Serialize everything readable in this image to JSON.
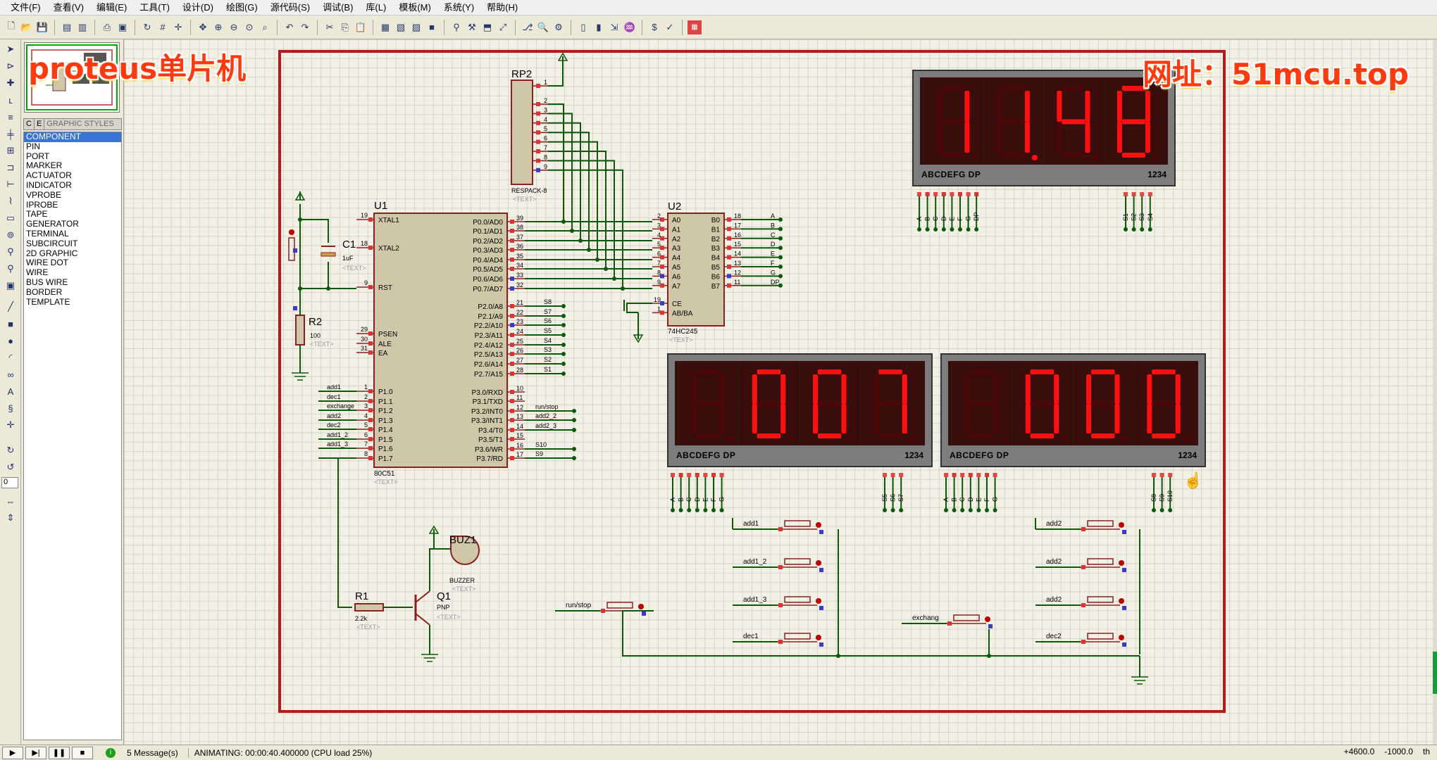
{
  "menu": [
    "文件(F)",
    "查看(V)",
    "编辑(E)",
    "工具(T)",
    "设计(D)",
    "绘图(G)",
    "源代码(S)",
    "调试(B)",
    "库(L)",
    "模板(M)",
    "系统(Y)",
    "帮助(H)"
  ],
  "watermarks": {
    "left": "proteus单片机",
    "right": "网址：51mcu.top"
  },
  "panel": {
    "tab_c": "C",
    "tab_e": "E",
    "title": "GRAPHIC STYLES",
    "items": [
      "COMPONENT",
      "PIN",
      "PORT",
      "MARKER",
      "ACTUATOR",
      "INDICATOR",
      "VPROBE",
      "IPROBE",
      "TAPE",
      "GENERATOR",
      "TERMINAL",
      "SUBCIRCUIT",
      "2D GRAPHIC",
      "WIRE DOT",
      "WIRE",
      "BUS WIRE",
      "BORDER",
      "TEMPLATE"
    ],
    "selected_index": 0
  },
  "left_tools": {
    "rotation_value": "0"
  },
  "status": {
    "message_count": "5 Message(s)",
    "animation": "ANIMATING: 00:00:40.400000 (CPU load 25%)",
    "coord_x": "+4600.0",
    "coord_y": "-1000.0",
    "unit": "th"
  },
  "schematic": {
    "u1": {
      "ref": "U1",
      "part": "80C51",
      "text": "<TEXT>",
      "left_pins": [
        {
          "num": "19",
          "name": "XTAL1"
        },
        {
          "num": "18",
          "name": "XTAL2"
        },
        {
          "num": "9",
          "name": "RST"
        },
        {
          "num": "29",
          "name": "PSEN"
        },
        {
          "num": "30",
          "name": "ALE"
        },
        {
          "num": "31",
          "name": "EA"
        },
        {
          "num": "1",
          "name": "P1.0"
        },
        {
          "num": "2",
          "name": "P1.1"
        },
        {
          "num": "3",
          "name": "P1.2"
        },
        {
          "num": "4",
          "name": "P1.3"
        },
        {
          "num": "5",
          "name": "P1.4"
        },
        {
          "num": "6",
          "name": "P1.5"
        },
        {
          "num": "7",
          "name": "P1.6"
        },
        {
          "num": "8",
          "name": "P1.7"
        }
      ],
      "p1_labels": [
        "add1",
        "dec1",
        "exchange",
        "add2",
        "dec2",
        "add1_2",
        "add1_3",
        ""
      ],
      "p0_pins": [
        {
          "num": "39",
          "name": "P0.0/AD0"
        },
        {
          "num": "38",
          "name": "P0.1/AD1"
        },
        {
          "num": "37",
          "name": "P0.2/AD2"
        },
        {
          "num": "36",
          "name": "P0.3/AD3"
        },
        {
          "num": "35",
          "name": "P0.4/AD4"
        },
        {
          "num": "34",
          "name": "P0.5/AD5"
        },
        {
          "num": "33",
          "name": "P0.6/AD6"
        },
        {
          "num": "32",
          "name": "P0.7/AD7"
        }
      ],
      "p2_pins": [
        {
          "num": "21",
          "name": "P2.0/A8",
          "label": "S8"
        },
        {
          "num": "22",
          "name": "P2.1/A9",
          "label": "S7"
        },
        {
          "num": "23",
          "name": "P2.2/A10",
          "label": "S6"
        },
        {
          "num": "24",
          "name": "P2.3/A11",
          "label": "S5"
        },
        {
          "num": "25",
          "name": "P2.4/A12",
          "label": "S4"
        },
        {
          "num": "26",
          "name": "P2.5/A13",
          "label": "S3"
        },
        {
          "num": "27",
          "name": "P2.6/A14",
          "label": "S2"
        },
        {
          "num": "28",
          "name": "P2.7/A15",
          "label": "S1"
        }
      ],
      "p3_pins": [
        {
          "num": "10",
          "name": "P3.0/RXD",
          "label": ""
        },
        {
          "num": "11",
          "name": "P3.1/TXD",
          "label": ""
        },
        {
          "num": "12",
          "name": "P3.2/INT0",
          "label": "run/stop"
        },
        {
          "num": "13",
          "name": "P3.3/INT1",
          "label": "add2_2"
        },
        {
          "num": "14",
          "name": "P3.4/T0",
          "label": "add2_3"
        },
        {
          "num": "15",
          "name": "P3.5/T1",
          "label": ""
        },
        {
          "num": "16",
          "name": "P3.6/WR",
          "label": "S10"
        },
        {
          "num": "17",
          "name": "P3.7/RD",
          "label": "S9"
        }
      ]
    },
    "u2": {
      "ref": "U2",
      "part": "74HC245",
      "text": "<TEXT>",
      "a_pins": [
        {
          "num": "2",
          "name": "A0"
        },
        {
          "num": "3",
          "name": "A1"
        },
        {
          "num": "4",
          "name": "A2"
        },
        {
          "num": "5",
          "name": "A3"
        },
        {
          "num": "6",
          "name": "A4"
        },
        {
          "num": "7",
          "name": "A5"
        },
        {
          "num": "8",
          "name": "A6"
        },
        {
          "num": "9",
          "name": "A7"
        }
      ],
      "b_pins": [
        {
          "num": "18",
          "name": "B0",
          "label": "A"
        },
        {
          "num": "17",
          "name": "B1",
          "label": "B"
        },
        {
          "num": "16",
          "name": "B2",
          "label": "C"
        },
        {
          "num": "15",
          "name": "B3",
          "label": "D"
        },
        {
          "num": "14",
          "name": "B4",
          "label": "E"
        },
        {
          "num": "13",
          "name": "B5",
          "label": "F"
        },
        {
          "num": "12",
          "name": "B6",
          "label": "G"
        },
        {
          "num": "11",
          "name": "B7",
          "label": "DP"
        }
      ],
      "ctrl_pins": [
        {
          "num": "19",
          "name": "CE"
        },
        {
          "num": "1",
          "name": "AB/BA"
        }
      ]
    },
    "rp2": {
      "ref": "RP2",
      "part": "RESPACK-8",
      "text": "<TEXT>",
      "pins": [
        "1",
        "2",
        "3",
        "4",
        "5",
        "6",
        "7",
        "8",
        "9"
      ]
    },
    "c1": {
      "ref": "C1",
      "value": "1uF",
      "text": "<TEXT>"
    },
    "r2": {
      "ref": "R2",
      "value": "100",
      "text": "<TEXT>"
    },
    "r1": {
      "ref": "R1",
      "value": "2.2k",
      "text": "<TEXT>"
    },
    "q1": {
      "ref": "Q1",
      "type": "PNP",
      "text": "<TEXT>"
    },
    "buz1": {
      "ref": "BUZ1",
      "type": "BUZZER",
      "text": "<TEXT>"
    },
    "displays": [
      {
        "id": "display-1",
        "digits": "1148",
        "dp_index": 1,
        "seg_label": "ABCDEFG  DP",
        "digit_label": "1234",
        "seg_pins": [
          "A",
          "B",
          "C",
          "D",
          "E",
          "F",
          "G",
          "DP"
        ],
        "sel_pins": [
          "S1",
          "S2",
          "S3",
          "S4"
        ]
      },
      {
        "id": "display-2",
        "digits": " 007",
        "dp_index": -1,
        "seg_label": "ABCDEFG  DP",
        "digit_label": "1234",
        "seg_pins": [
          "A",
          "B",
          "C",
          "D",
          "E",
          "F",
          "G"
        ],
        "sel_pins": [
          "S5",
          "S6",
          "S7"
        ]
      },
      {
        "id": "display-3",
        "digits": " 000",
        "dp_index": -1,
        "seg_label": "ABCDEFG  DP",
        "digit_label": "1234",
        "seg_pins": [
          "A",
          "B",
          "C",
          "D",
          "E",
          "F",
          "G"
        ],
        "sel_pins": [
          "S8",
          "S9",
          "S10"
        ]
      }
    ],
    "buttons": [
      {
        "name": "button-add1",
        "label": "add1"
      },
      {
        "name": "button-add1-2",
        "label": "add1_2"
      },
      {
        "name": "button-add1-3",
        "label": "add1_3"
      },
      {
        "name": "button-dec1",
        "label": "dec1"
      },
      {
        "name": "button-run-stop",
        "label": "run/stop"
      },
      {
        "name": "button-exchange",
        "label": "exchang"
      },
      {
        "name": "button-add2",
        "label": "add2"
      },
      {
        "name": "button-add2-2",
        "label": "add2"
      },
      {
        "name": "button-add2-3",
        "label": "add2"
      },
      {
        "name": "button-dec2",
        "label": "dec2"
      }
    ]
  }
}
